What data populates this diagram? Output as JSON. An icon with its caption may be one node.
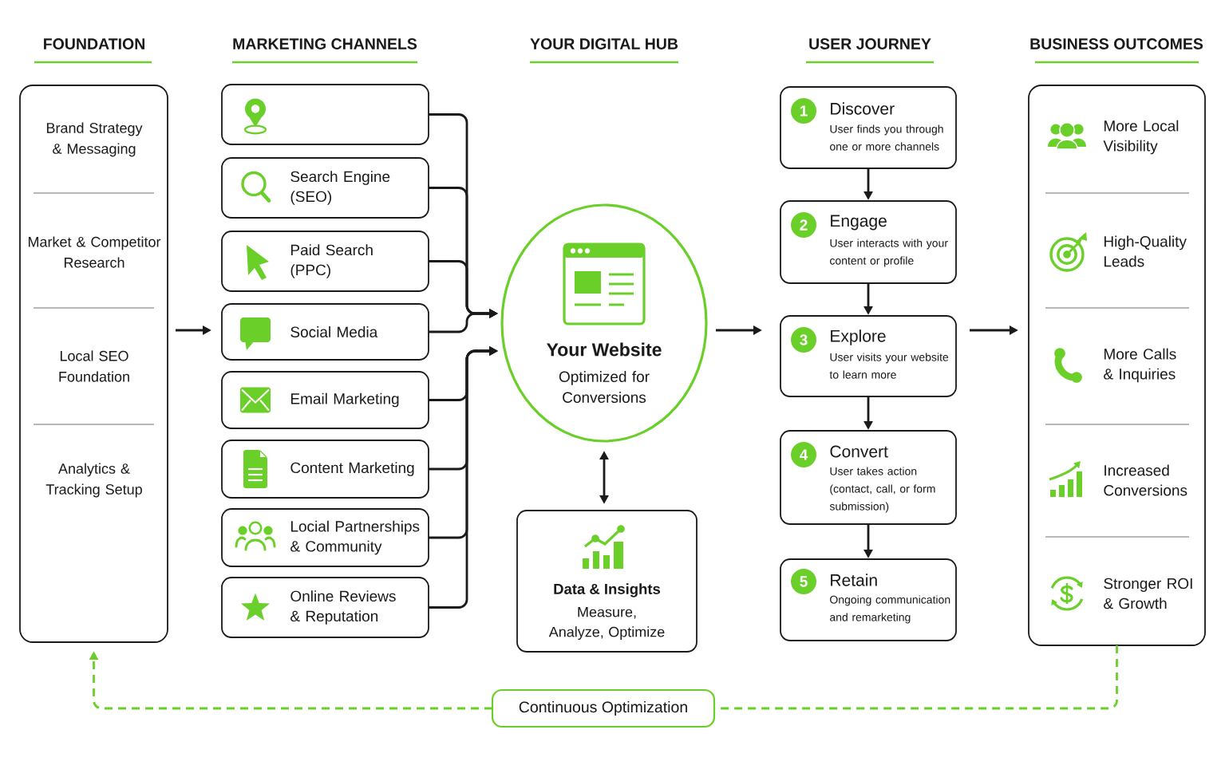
{
  "diagram": {
    "nodes": [
      {
        "text": [
          "Brand Strategy & Messaging",
          "Market & Competitor Research",
          "Local SEO Foundation",
          "Analytics & Tracking Setup"
        ]
      },
      {
        "text": [],
        "shape": "box"
      },
      {
        "text": [
          "Search Engine (SEO)"
        ]
      },
      {
        "text": [
          "Paid Search (PPC)"
        ]
      },
      {
        "text": [
          "Social Media"
        ]
      },
      {
        "text": [
          "Email Marketing"
        ]
      },
      {
        "text": [
          "Content Marketing"
        ]
      },
      {
        "text": [
          "Locial Partnerships & Community"
        ]
      },
      {
        "text": [
          "Online Reviews & Reputation"
        ]
      },
      {
        "text": [
          "Your Website",
          "Optimized for Conversions"
        ]
      },
      {
        "text": [
          "Data & Insights",
          "Measure, Analyze, Optimize"
        ]
      },
      {
        "text": [
          "1",
          "Discover",
          "User finds you through one or more channels"
        ]
      },
      {
        "text": [
          "2",
          "Engage",
          "User interacts with your content or profile"
        ]
      },
      {
        "text": [
          "3",
          "Explore",
          "User visits your website to learn more"
        ]
      },
      {
        "text": [
          "4",
          "Convert",
          "User takes action (contact, call, or form submission)"
        ]
      },
      {
        "text": [
          "5",
          "Retain",
          "Ongoing communication and remarketing"
        ]
      },
      {
        "text": [
          "More Local Visibility",
          "High-Quality Leads",
          "More Calls & Inquiries",
          "Increased Conversions",
          "Stronger ROI & Growth"
        ]
      },
      {
        "text": [
          "Continuous Optimization"
        ]
      }
    ],
    "edges": [
      {
        "from": 0,
        "to": 4,
        "arrow": "to"
      },
      {
        "from": 1,
        "to": 9,
        "arrow": "to"
      },
      {
        "from": 2,
        "to": 9,
        "arrow": "to"
      },
      {
        "from": 3,
        "to": 9,
        "arrow": "to"
      },
      {
        "from": 4,
        "to": 9,
        "arrow": "to"
      },
      {
        "from": 5,
        "to": 9,
        "arrow": "to"
      },
      {
        "from": 6,
        "to": 9,
        "arrow": "to"
      },
      {
        "from": 7,
        "to": 9,
        "arrow": "to"
      },
      {
        "from": 8,
        "to": 9,
        "arrow": "to"
      },
      {
        "from": 9,
        "to": 10,
        "arrow": "both"
      },
      {
        "from": 9,
        "to": 13,
        "arrow": "to"
      },
      {
        "from": 11,
        "to": 12,
        "arrow": "to"
      },
      {
        "from": 12,
        "to": 13,
        "arrow": "to"
      },
      {
        "from": 13,
        "to": 14,
        "arrow": "to"
      },
      {
        "from": 14,
        "to": 15,
        "arrow": "to"
      },
      {
        "from": 13,
        "to": 16,
        "arrow": "to"
      },
      {
        "from": 16,
        "to": 17,
        "arrow": "none",
        "style": "dashed",
        "color": "#6bcf2a"
      },
      {
        "from": 17,
        "to": 0,
        "arrow": "to",
        "style": "dashed",
        "color": "#6bcf2a"
      }
    ],
    "labels": [
      "FOUNDATION",
      "MARKETING CHANNELS",
      "YOUR DIGITAL HUB",
      "USER JOURNEY",
      "BUSINESS OUTCOMES"
    ]
  }
}
